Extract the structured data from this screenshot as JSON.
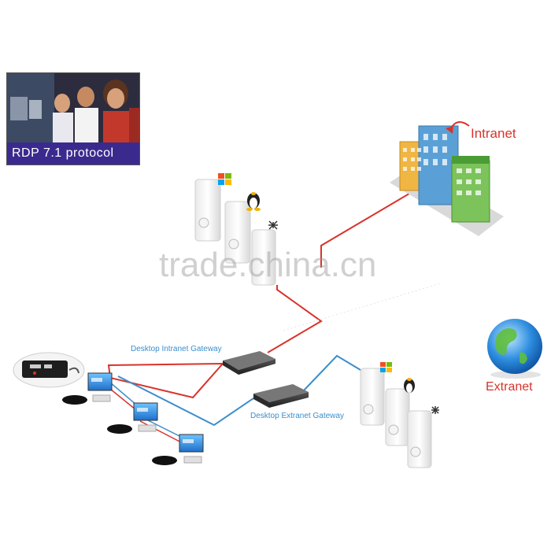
{
  "banner": {
    "caption": "RDP 7.1 protocol"
  },
  "labels": {
    "intranet": "Intranet",
    "extranet": "Extranet",
    "intranet_gateway": "Desktop Intranet Gateway",
    "extranet_gateway": "Desktop Extranet Gateway"
  },
  "watermark": "trade.china.cn",
  "colors": {
    "intranet_line": "#d9332b",
    "extranet_line": "#3b8ecb",
    "label_red": "#d9332b",
    "label_blue": "#3b8ecb",
    "banner_caption_bg": "#3b2a8e"
  },
  "icons": {
    "windows_logo": "windows-icon",
    "linux_logo": "tux-icon",
    "other_os": "sunburst-icon",
    "globe": "globe-icon",
    "buildings": "office-buildings-icon"
  }
}
